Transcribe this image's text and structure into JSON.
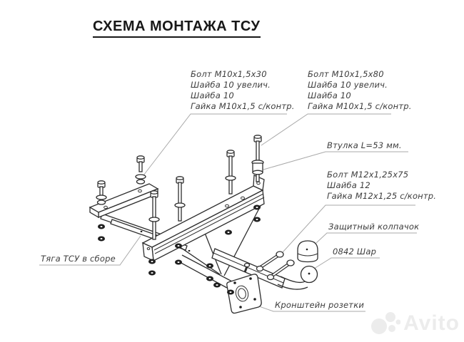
{
  "title": "СХЕМА МОНТАЖА ТСУ",
  "labels": {
    "bolt_m10_30": {
      "lines": [
        "Болт М10х1,5х30",
        "Шайба 10 увелич.",
        "Шайба 10",
        "Гайка М10х1,5 с/контр."
      ]
    },
    "bolt_m10_80": {
      "lines": [
        "Болт М10х1,5х80",
        "Шайба 10 увелич.",
        "Шайба 10",
        "Гайка М10х1,5 с/контр."
      ]
    },
    "bushing": "Втулка L=53 мм.",
    "bolt_m12": {
      "lines": [
        "Болт М12х1,25х75",
        "Шайба 12",
        "Гайка М12х1,25 с/контр."
      ]
    },
    "cap": "Защитный колпачок",
    "ball": "0842 Шар",
    "towbar": "Тяга ТСУ в сборе",
    "socket_bracket": "Кронштейн розетки"
  },
  "watermark": "Avito",
  "colors": {
    "drawing_line": "#2e2e2e",
    "leader_line": "#a9a9a9",
    "label_text": "#3c3c3c",
    "title_text": "#181818",
    "watermark": "#ececec",
    "background": "#ffffff"
  }
}
